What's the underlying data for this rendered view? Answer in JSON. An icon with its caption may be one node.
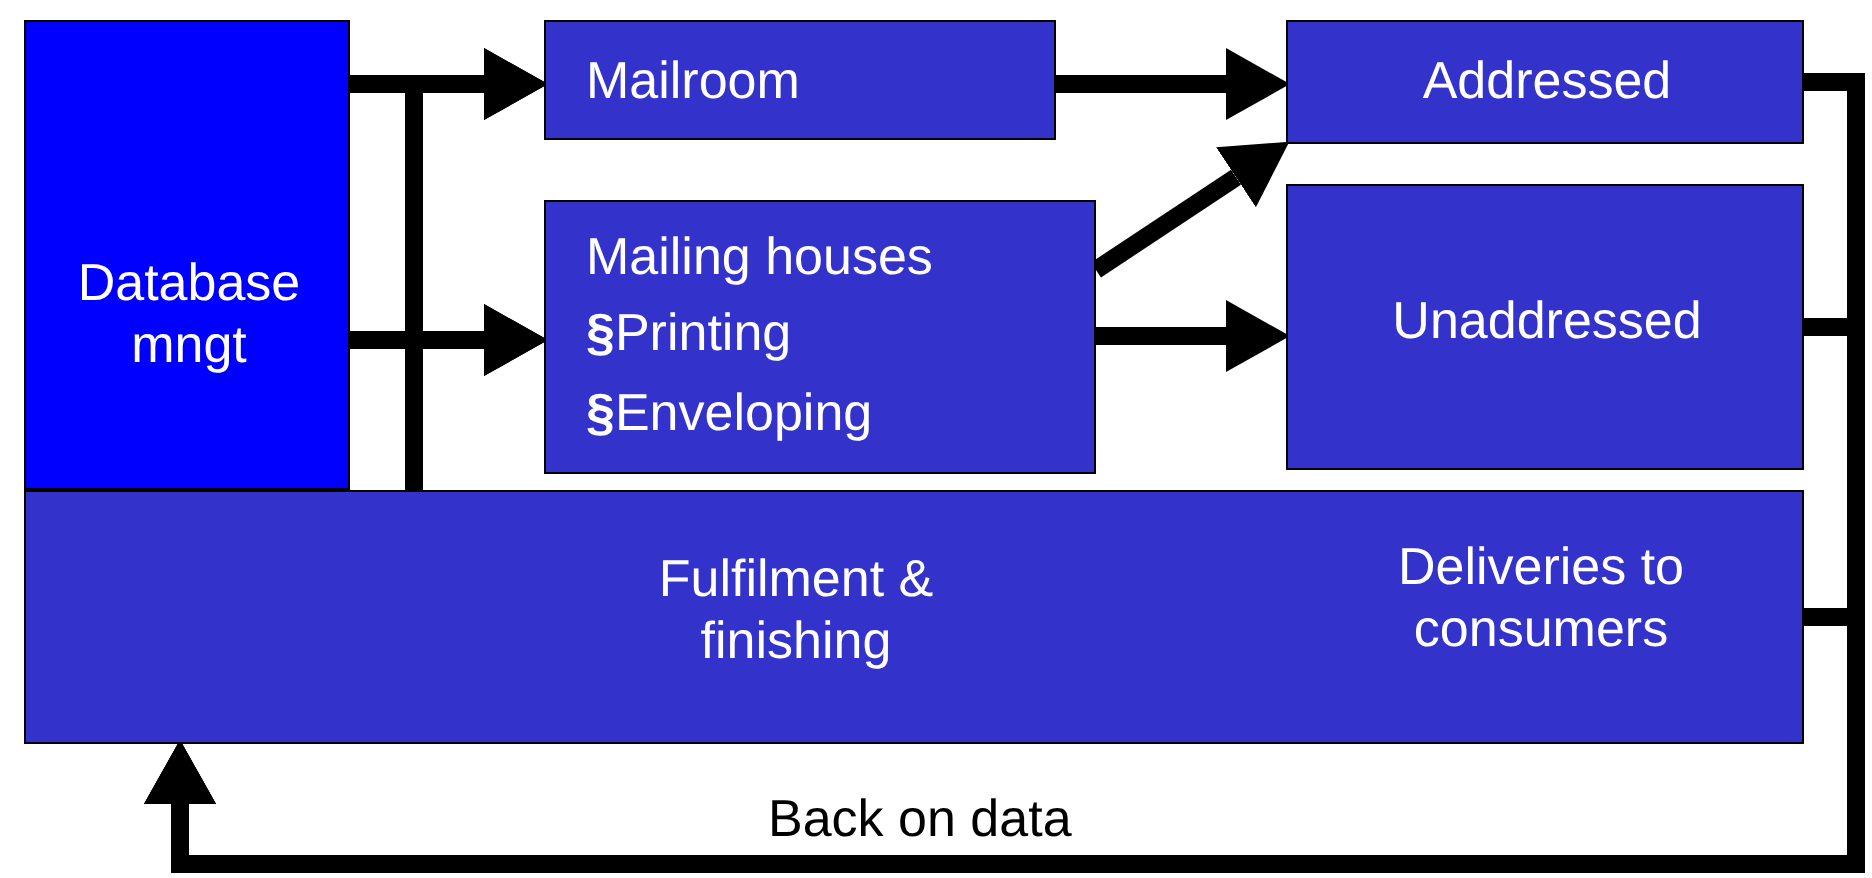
{
  "diagram": {
    "nodes": [
      {
        "text": [
          "Database mngt"
        ]
      },
      {
        "text": [
          "Mailroom"
        ]
      },
      {
        "text": [
          "Mailing houses",
          "**§**Printing",
          "**§**Enveloping"
        ]
      },
      {
        "text": [
          "Addressed"
        ]
      },
      {
        "text": [
          "Unaddressed"
        ]
      },
      {
        "text": [
          "Fulfilment & finishing",
          "Deliveries to consumers"
        ]
      }
    ],
    "edges": [
      {
        "from": 0,
        "to": 1,
        "arrow": "to"
      },
      {
        "from": 0,
        "to": 2,
        "arrow": "to"
      },
      {
        "from": 5,
        "to": 1,
        "arrow": "to"
      },
      {
        "from": 5,
        "to": 2,
        "arrow": "to"
      },
      {
        "from": 1,
        "to": 3,
        "arrow": "to"
      },
      {
        "from": 2,
        "to": 3,
        "arrow": "to"
      },
      {
        "from": 2,
        "to": 4,
        "arrow": "to"
      },
      {
        "from": 3,
        "to": 5,
        "arrow": "to",
        "label": "Back on data"
      },
      {
        "from": 4,
        "to": 5,
        "arrow": "to"
      },
      {
        "from": 5,
        "to": 5,
        "arrow": "to"
      }
    ]
  }
}
